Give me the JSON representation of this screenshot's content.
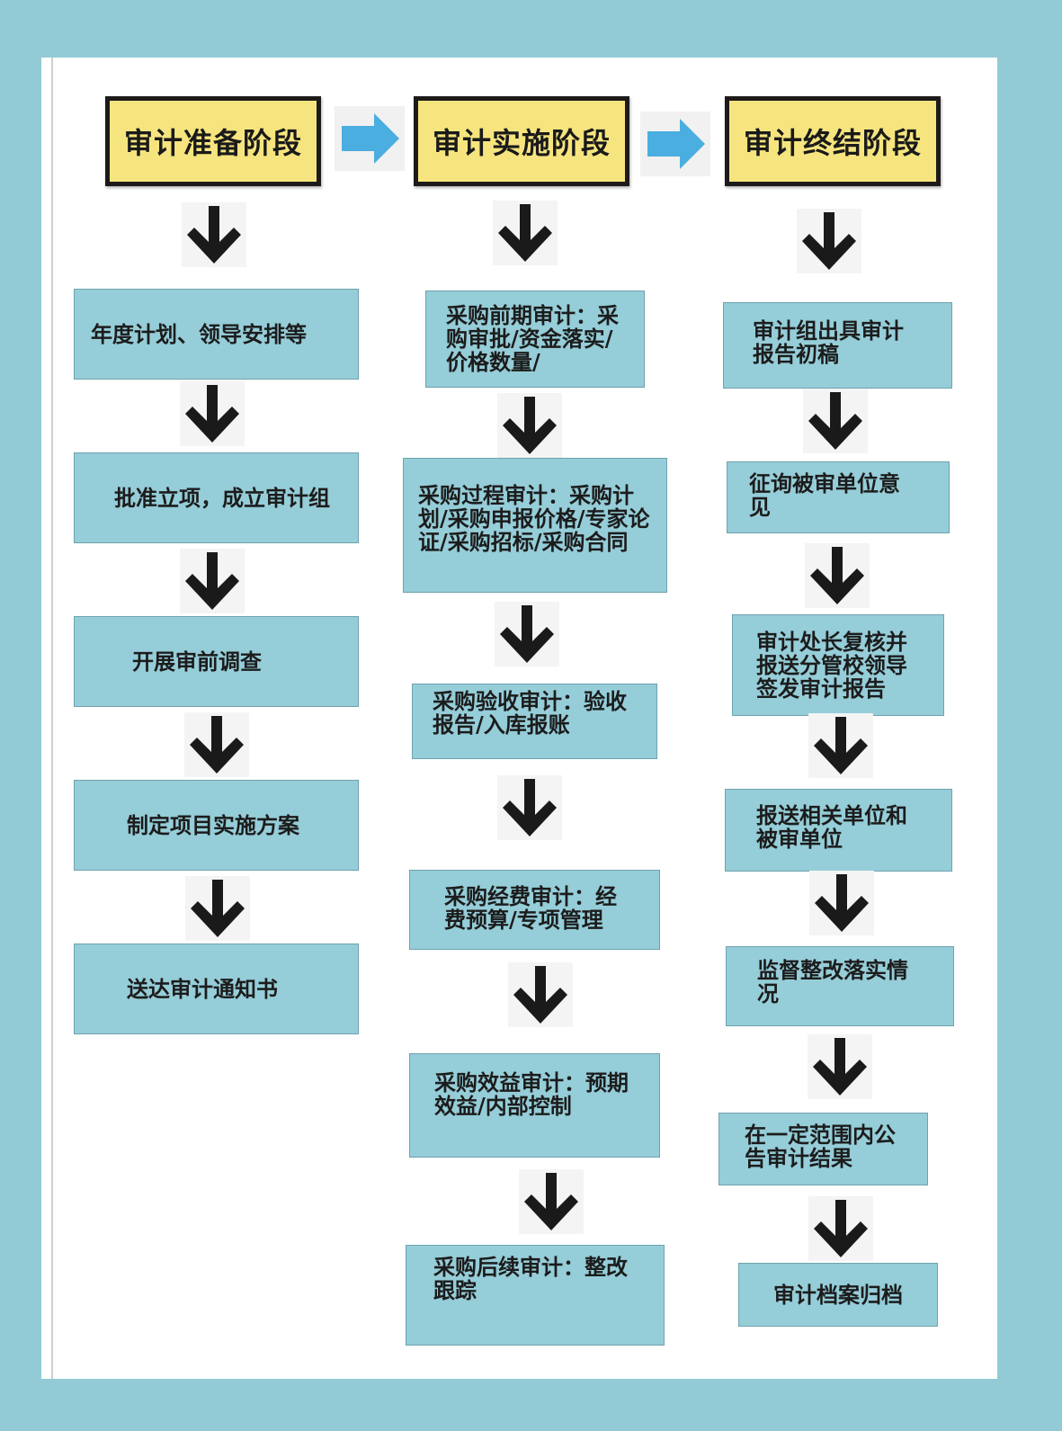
{
  "stages": [
    {
      "label": "审计准备阶段"
    },
    {
      "label": "审计实施阶段"
    },
    {
      "label": "审计终结阶段"
    }
  ],
  "colors": {
    "background": "#92cbd5",
    "stage_fill": "#f6e57f",
    "step_fill": "#95cdd8",
    "arrow_down": "#1a1a1a",
    "arrow_right": "#4aaee0"
  },
  "columns": {
    "preparation": [
      "年度计划、领导安排等",
      "批准立项，成立审计组",
      "开展审前调查",
      "制定项目实施方案",
      "送达审计通知书"
    ],
    "implementation": [
      "采购前期审计：采购审批/资金落实/价格数量/",
      "采购过程审计：采购计划/采购申报价格/专家论证/采购招标/采购合同",
      "采购验收审计：验收报告/入库报账",
      "采购经费审计：经费预算/专项管理",
      "采购效益审计：预期效益/内部控制",
      "采购后续审计：整改跟踪"
    ],
    "conclusion": [
      "审计组出具审计报告初稿",
      "征询被审单位意见",
      "审计处长复核并报送分管校领导签发审计报告",
      "报送相关单位和被审单位",
      "监督整改落实情况",
      "在一定范围内公告审计结果",
      "审计档案归档"
    ]
  }
}
